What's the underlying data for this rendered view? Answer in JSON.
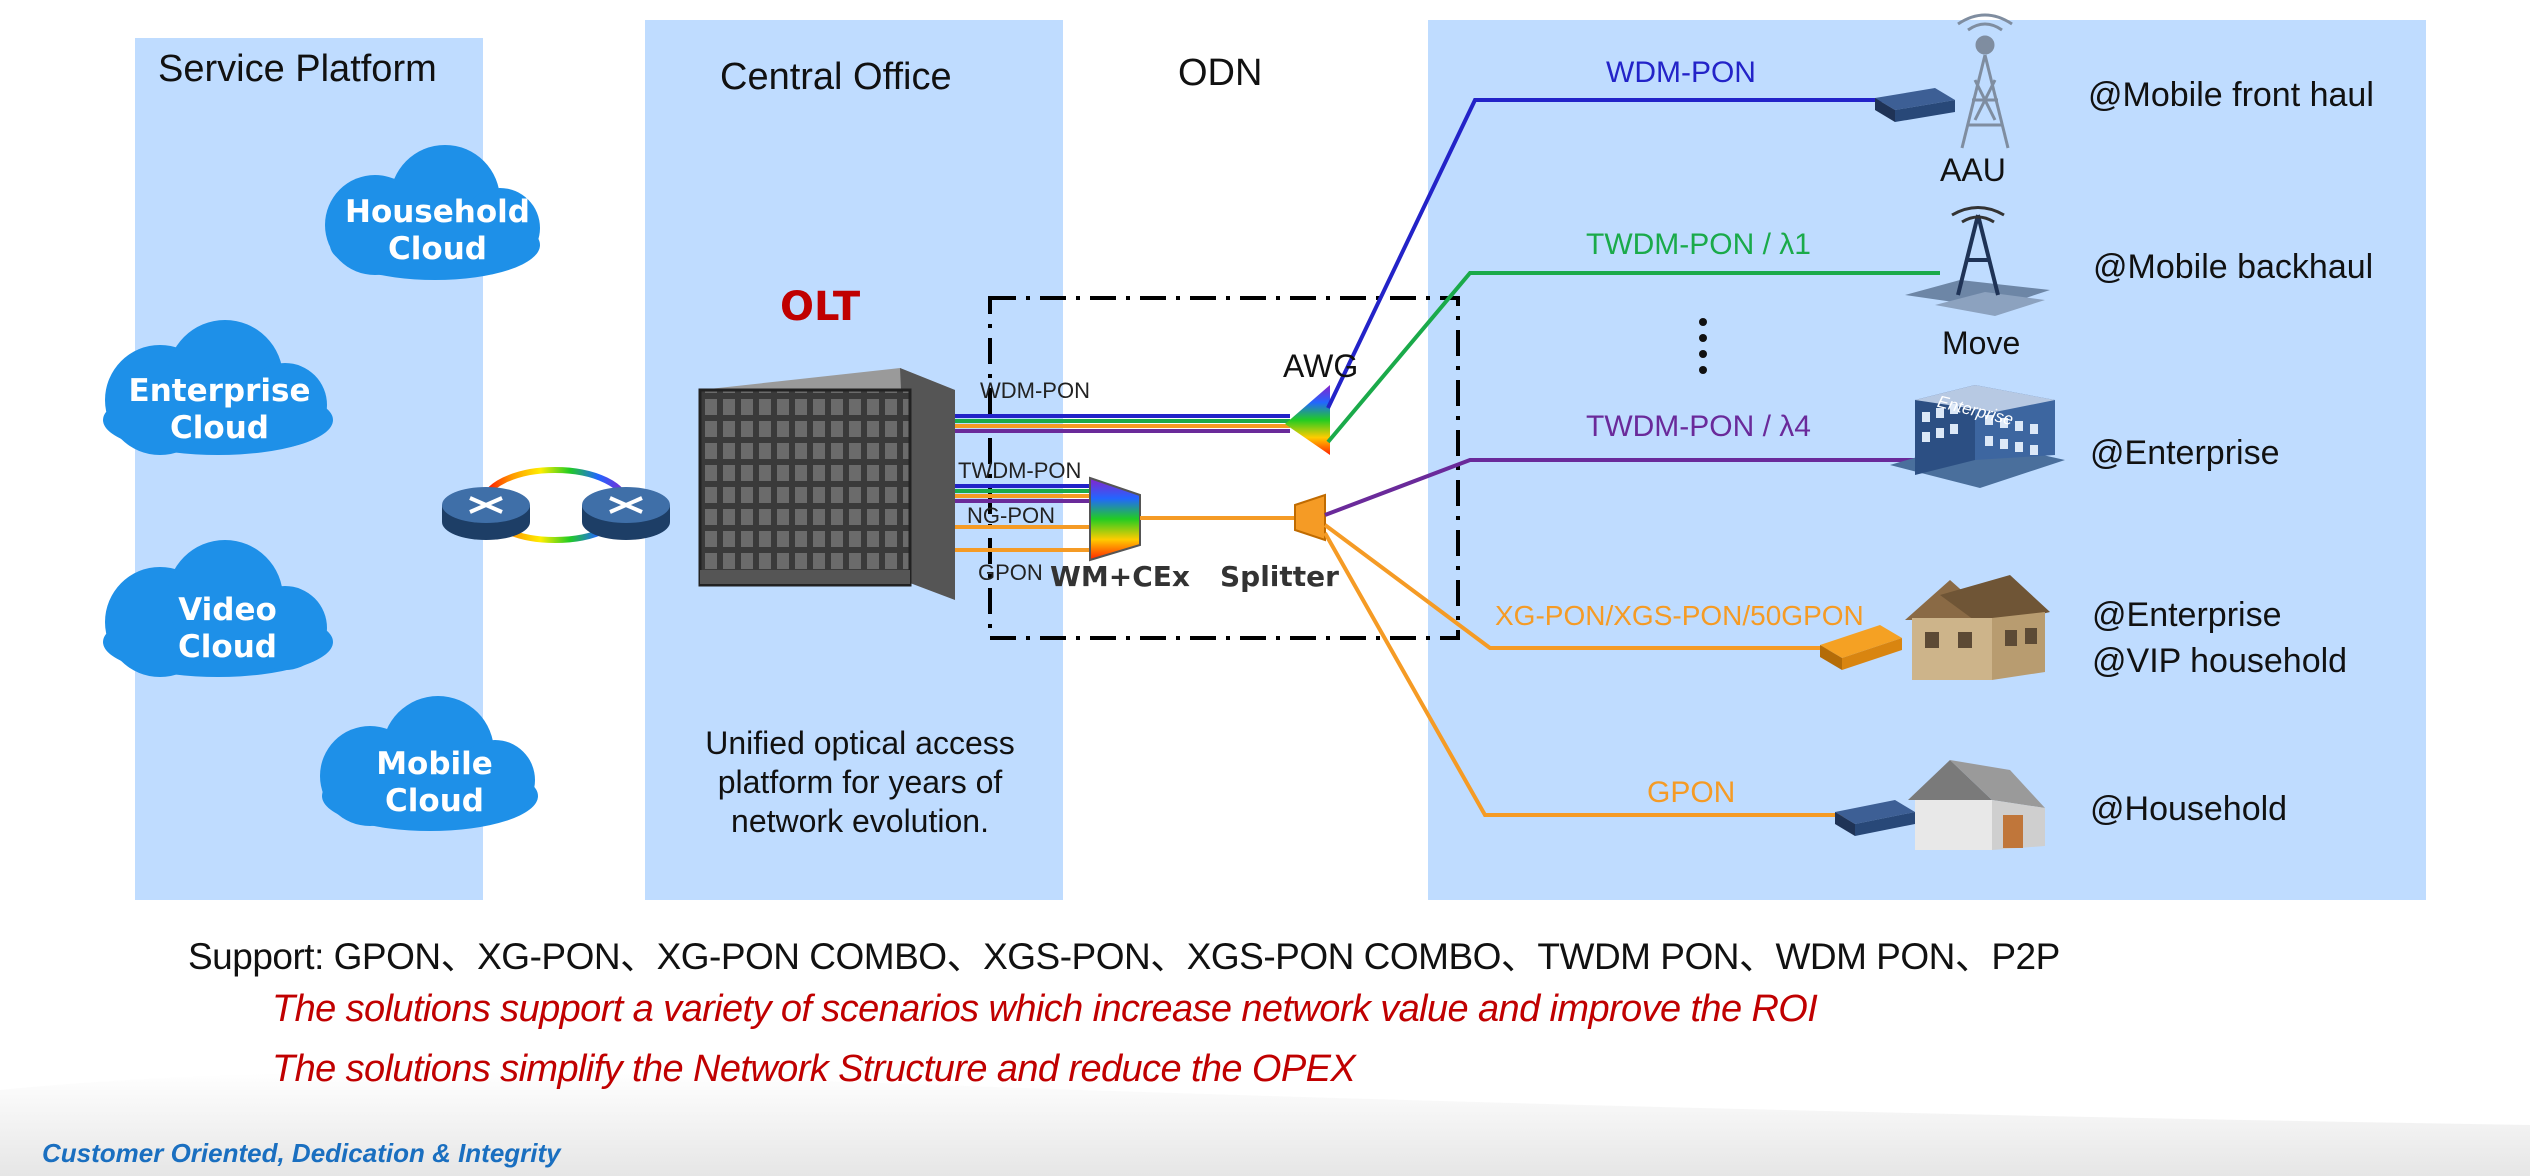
{
  "sections": {
    "service_platform": "Service Platform",
    "central_office": "Central Office",
    "odn": "ODN"
  },
  "clouds": {
    "household": "Household\nCloud",
    "enterprise": "Enterprise\nCloud",
    "video": "Video\nCloud",
    "mobile": "Mobile\nCloud"
  },
  "olt": {
    "label": "OLT",
    "description": "Unified optical access\nplatform for years of\nnetwork evolution."
  },
  "ports": {
    "wdm_pon": "WDM-PON",
    "twdm_pon": "TWDM-PON",
    "ng_pon": "NG-PON",
    "gpon": "GPON"
  },
  "components": {
    "wm_cex": "WM+CEx",
    "awg": "AWG",
    "splitter": "Splitter"
  },
  "links": {
    "wdm_pon": "WDM-PON",
    "twdm_l1": "TWDM-PON / λ1",
    "twdm_l4": "TWDM-PON / λ4",
    "xg_pon": "XG-PON/XGS-PON/50GPON",
    "gpon": "GPON"
  },
  "sites": {
    "aau": "AAU",
    "move": "Move",
    "enterprise_sign": "Enterprise"
  },
  "destinations": {
    "mobile_fronthaul": "@Mobile front haul",
    "mobile_backhaul": "@Mobile backhaul",
    "enterprise": "@Enterprise",
    "enterprise_vip": "@Enterprise\n@VIP household",
    "household": "@Household"
  },
  "footer": {
    "support": "Support: GPON、XG-PON、XG-PON COMBO、XGS-PON、XGS-PON COMBO、TWDM PON、WDM PON、P2P",
    "line1": "The solutions support a variety of scenarios which increase network value and improve the ROI",
    "line2": "The solutions simplify the Network Structure and reduce the OPEX",
    "slogan": "Customer Oriented, Dedication & Integrity"
  },
  "colors": {
    "panel": "#bfdcff",
    "cloud": "#1e90e8",
    "wdm": "#2323c8",
    "twdm1": "#1aaa4a",
    "twdm4": "#6a2a9a",
    "orange": "#f59b25",
    "red_text": "#c00000",
    "slogan": "#1a6fc0"
  }
}
